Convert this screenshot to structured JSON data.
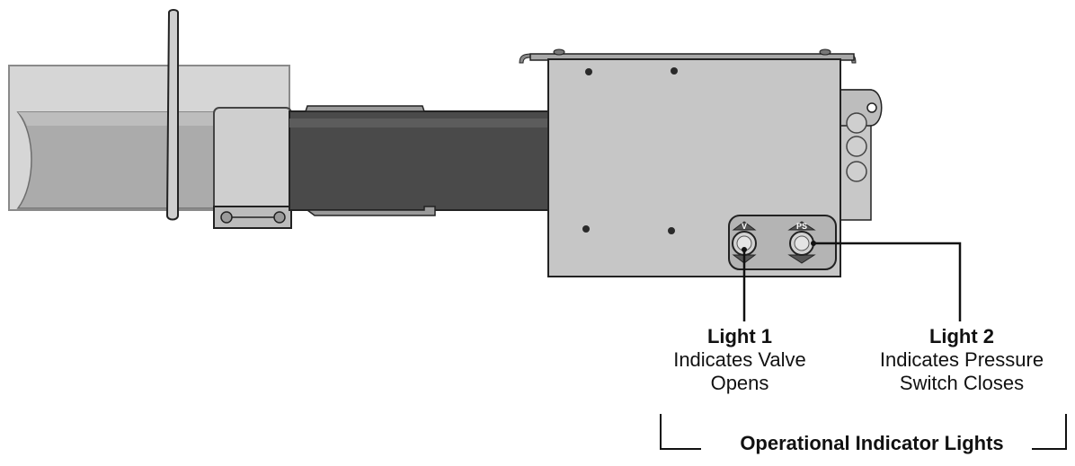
{
  "lights": [
    {
      "title": "Light 1",
      "line1": "Indicates Valve",
      "line2": "Opens",
      "badge": "V"
    },
    {
      "title": "Light 2",
      "line1": "Indicates Pressure",
      "line2": "Switch Closes",
      "badge": "PS"
    }
  ],
  "group_label": "Operational Indicator Lights",
  "colors": {
    "outer_pipe": "#d4d4d4",
    "inner_pipe": "#a8a8a8",
    "dark_tube": "#4a4a4a",
    "enclosure": "#c6c6c6",
    "outline": "#222222"
  }
}
